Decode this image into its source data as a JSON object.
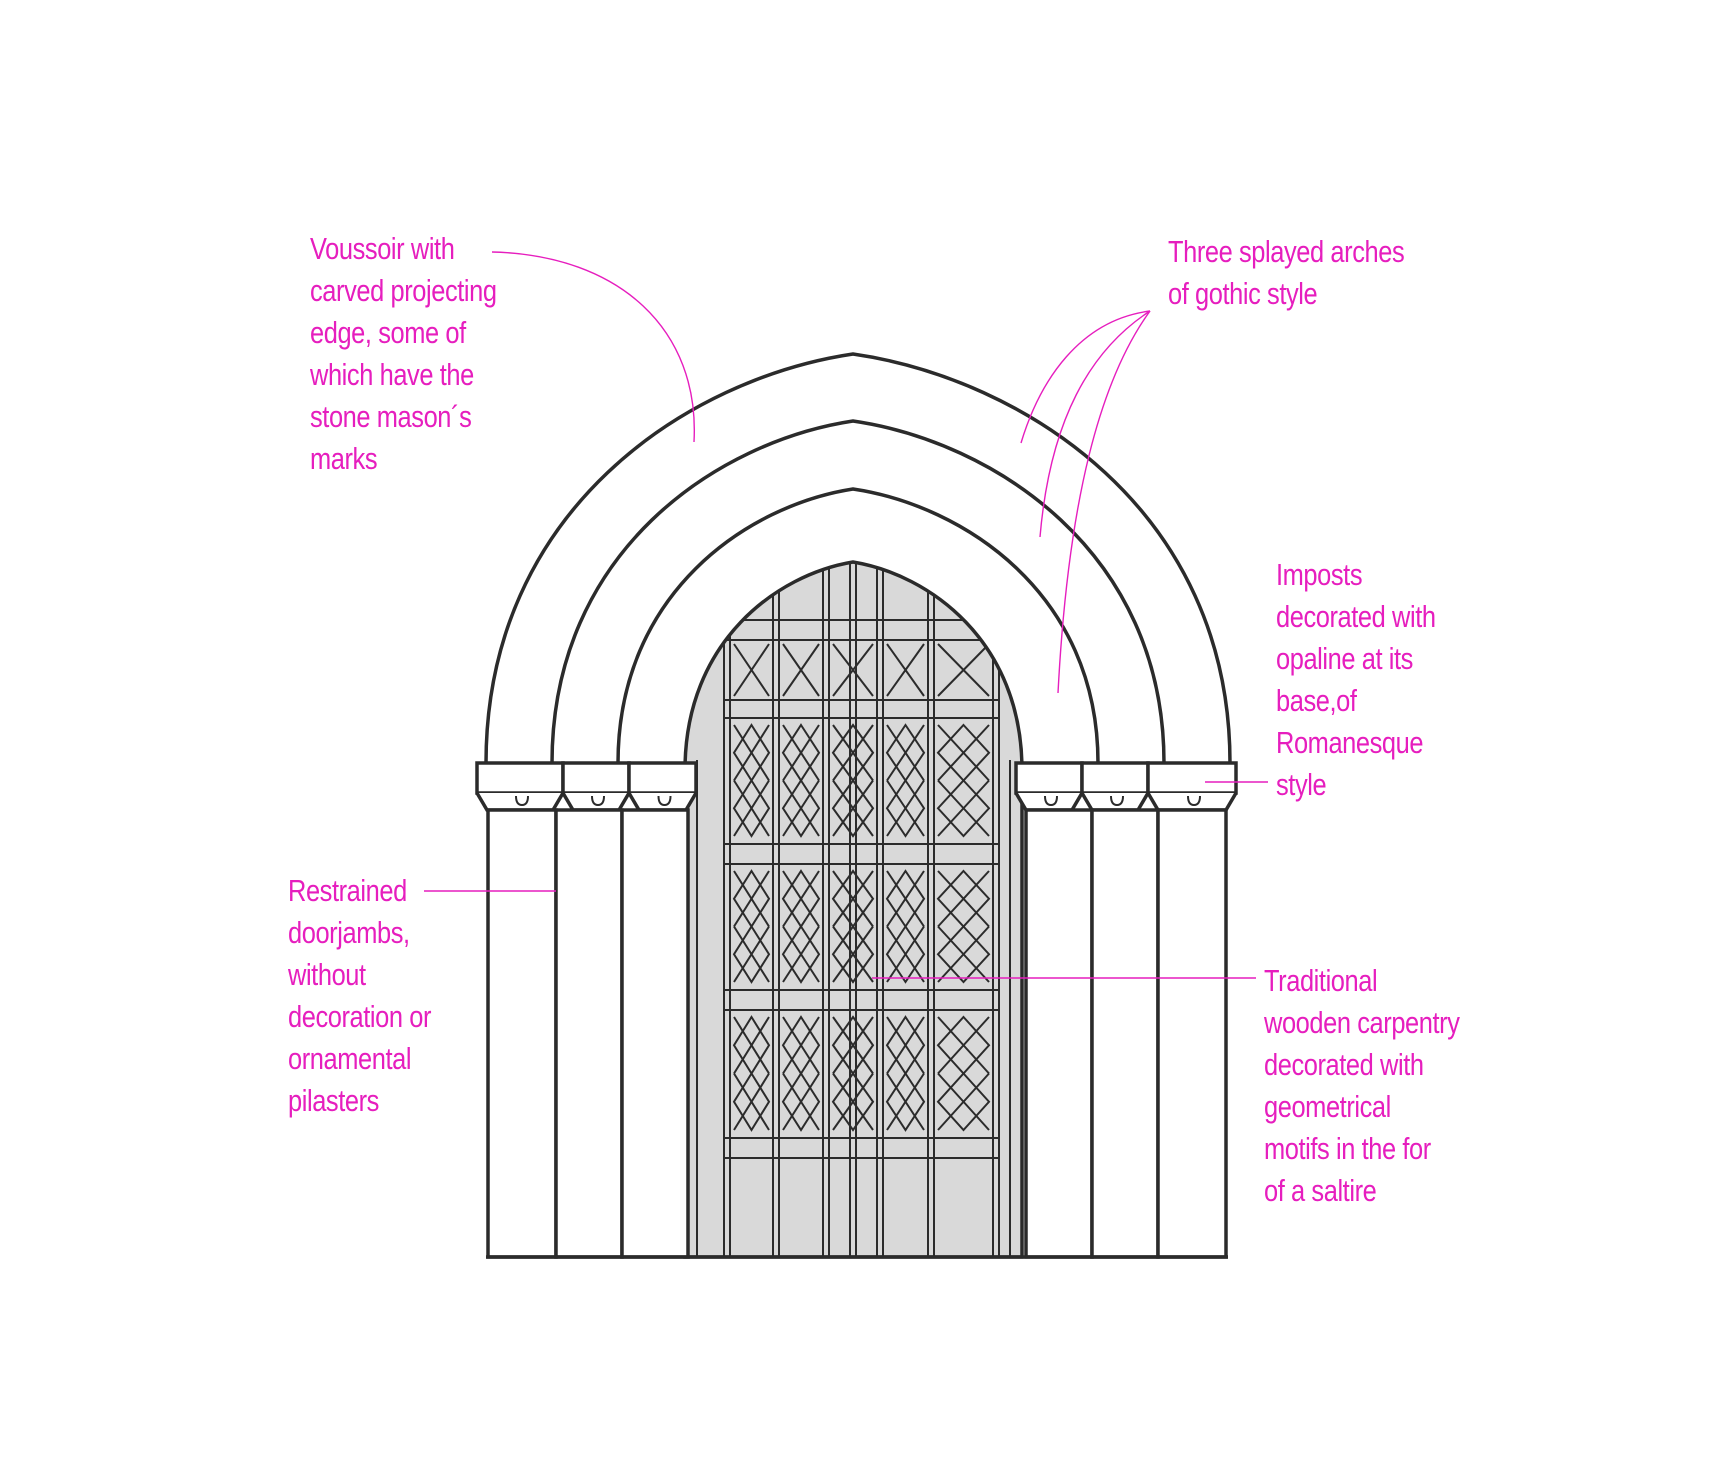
{
  "colors": {
    "annotation": "#e61ebe",
    "stroke": "#2b2b2b",
    "door_fill": "#d9d9d9",
    "stone_fill": "#ffffff"
  },
  "annotations": {
    "voussoir": [
      "Voussoir with",
      "carved projecting",
      "edge, some of",
      "which have the",
      "stone mason´s",
      "marks"
    ],
    "arches": [
      "Three splayed arches",
      "of gothic style"
    ],
    "imposts": [
      "Imposts",
      "decorated with",
      "opaline at its",
      "base,of",
      "Romanesque",
      "style"
    ],
    "doorjambs": [
      "Restrained",
      "doorjambs,",
      "without",
      "decoration or",
      "ornamental",
      "pilasters"
    ],
    "carpentry": [
      "Traditional",
      "wooden carpentry",
      "decorated with",
      "geometrical",
      "motifs in the for",
      "of a saltire"
    ]
  }
}
